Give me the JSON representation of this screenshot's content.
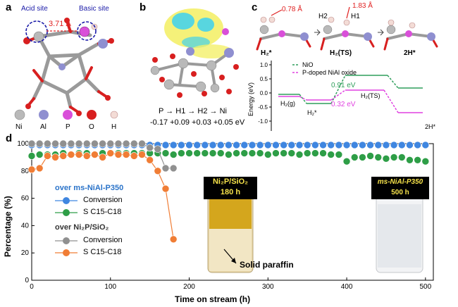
{
  "panel_labels": {
    "a": "a",
    "b": "b",
    "c": "c",
    "d": "d"
  },
  "panel_a": {
    "acid_site": "Acid site",
    "basic_site": "Basic site",
    "distance": "3.71 Å",
    "legend": [
      {
        "symbol": "Ni",
        "color": "#b9b9b9"
      },
      {
        "symbol": "Al",
        "color": "#8f8fd0"
      },
      {
        "symbol": "P",
        "color": "#d94fd9"
      },
      {
        "symbol": "O",
        "color": "#d81f1f"
      },
      {
        "symbol": "H",
        "color": "#f3dcd6"
      }
    ]
  },
  "panel_b": {
    "flow": "P → H1 → H2 → Ni",
    "charges": "-0.17 +0.09 +0.03 +0.05 eV"
  },
  "panel_c": {
    "dist1": "0.78 Å",
    "dist2": "1.83 Å",
    "h2_label": "H2",
    "h1_label": "H1",
    "structures": [
      "H₂*",
      "H₂(TS)",
      "2H*"
    ],
    "ylabel": "Energy (eV)",
    "legend": [
      "NiO",
      "P-doped NiAl oxide"
    ],
    "barrier_nio": "0.91 eV",
    "barrier_p": "0.32 eV",
    "state_labels": [
      "H₂(g)",
      "H₂*",
      "H₂(TS)",
      "2H*"
    ],
    "colors": {
      "nio": "#2e9e5b",
      "p": "#e040e0"
    }
  },
  "chart_data": {
    "type": "scatter",
    "xlabel": "Time on stream (h)",
    "ylabel": "Percentage (%)",
    "xlim": [
      0,
      510
    ],
    "ylim": [
      0,
      100
    ],
    "xticks": [
      0,
      100,
      200,
      300,
      400,
      500
    ],
    "yticks": [
      0,
      20,
      40,
      60,
      80,
      100
    ],
    "legend_group1": "over ms-NiAl-P350",
    "legend_group2": "over Ni₂P/SiO₂",
    "series": [
      {
        "name": "Conversion",
        "catalyst": "ms-NiAl-P350",
        "color": "#3f86e0",
        "x": [
          0,
          10,
          20,
          30,
          40,
          50,
          60,
          70,
          80,
          90,
          100,
          110,
          120,
          130,
          140,
          150,
          160,
          170,
          180,
          190,
          200,
          210,
          220,
          230,
          240,
          250,
          260,
          270,
          280,
          290,
          300,
          310,
          320,
          330,
          340,
          350,
          360,
          370,
          380,
          390,
          400,
          410,
          420,
          430,
          440,
          450,
          460,
          470,
          480,
          490,
          500
        ],
        "y": [
          99,
          99,
          99,
          99,
          99,
          99,
          99,
          99,
          99,
          99,
          99,
          99,
          99,
          99,
          99,
          99,
          99,
          99,
          99,
          99,
          99,
          99,
          99,
          99,
          99,
          99,
          99,
          99,
          99,
          99,
          99,
          99,
          99,
          99,
          99,
          99,
          99,
          99,
          99,
          99,
          99,
          99,
          99,
          99,
          99,
          99,
          99,
          99,
          99,
          99,
          99
        ]
      },
      {
        "name": "S C15-C18",
        "catalyst": "ms-NiAl-P350",
        "color": "#2e9e47",
        "x": [
          0,
          10,
          20,
          30,
          40,
          50,
          60,
          70,
          80,
          90,
          100,
          110,
          120,
          130,
          140,
          150,
          160,
          170,
          180,
          190,
          200,
          210,
          220,
          230,
          240,
          250,
          260,
          270,
          280,
          290,
          300,
          310,
          320,
          330,
          340,
          350,
          360,
          370,
          380,
          390,
          400,
          410,
          420,
          430,
          440,
          450,
          460,
          470,
          480,
          490,
          500
        ],
        "y": [
          91,
          92,
          92,
          92,
          93,
          92,
          93,
          93,
          92,
          93,
          93,
          93,
          93,
          93,
          93,
          93,
          93,
          93,
          92,
          93,
          93,
          93,
          93,
          93,
          93,
          92,
          93,
          93,
          93,
          93,
          92,
          93,
          93,
          93,
          92,
          93,
          93,
          93,
          92,
          92,
          87,
          90,
          90,
          91,
          90,
          89,
          90,
          90,
          88,
          88,
          87
        ]
      },
      {
        "name": "Conversion",
        "catalyst": "Ni₂P/SiO₂",
        "color": "#909090",
        "x": [
          0,
          10,
          20,
          30,
          40,
          50,
          60,
          70,
          80,
          90,
          100,
          110,
          120,
          130,
          140,
          150,
          160,
          170,
          180
        ],
        "y": [
          100,
          100,
          100,
          100,
          100,
          100,
          100,
          100,
          100,
          100,
          100,
          100,
          100,
          100,
          100,
          97,
          96,
          82,
          82
        ]
      },
      {
        "name": "S C15-C18",
        "catalyst": "Ni₂P/SiO₂",
        "color": "#f07d35",
        "x": [
          0,
          10,
          20,
          30,
          40,
          50,
          60,
          70,
          80,
          90,
          100,
          110,
          120,
          130,
          140,
          150,
          160,
          170,
          180
        ],
        "y": [
          81,
          82,
          91,
          90,
          91,
          92,
          92,
          91,
          92,
          90,
          93,
          92,
          92,
          91,
          92,
          88,
          80,
          67,
          30
        ]
      }
    ],
    "photo1_title": "Ni₂P/SiO₂",
    "photo1_time": "180 h",
    "photo2_title": "ms-NiAl-P350",
    "photo2_time": "500 h",
    "annotation": "Solid paraffin"
  }
}
